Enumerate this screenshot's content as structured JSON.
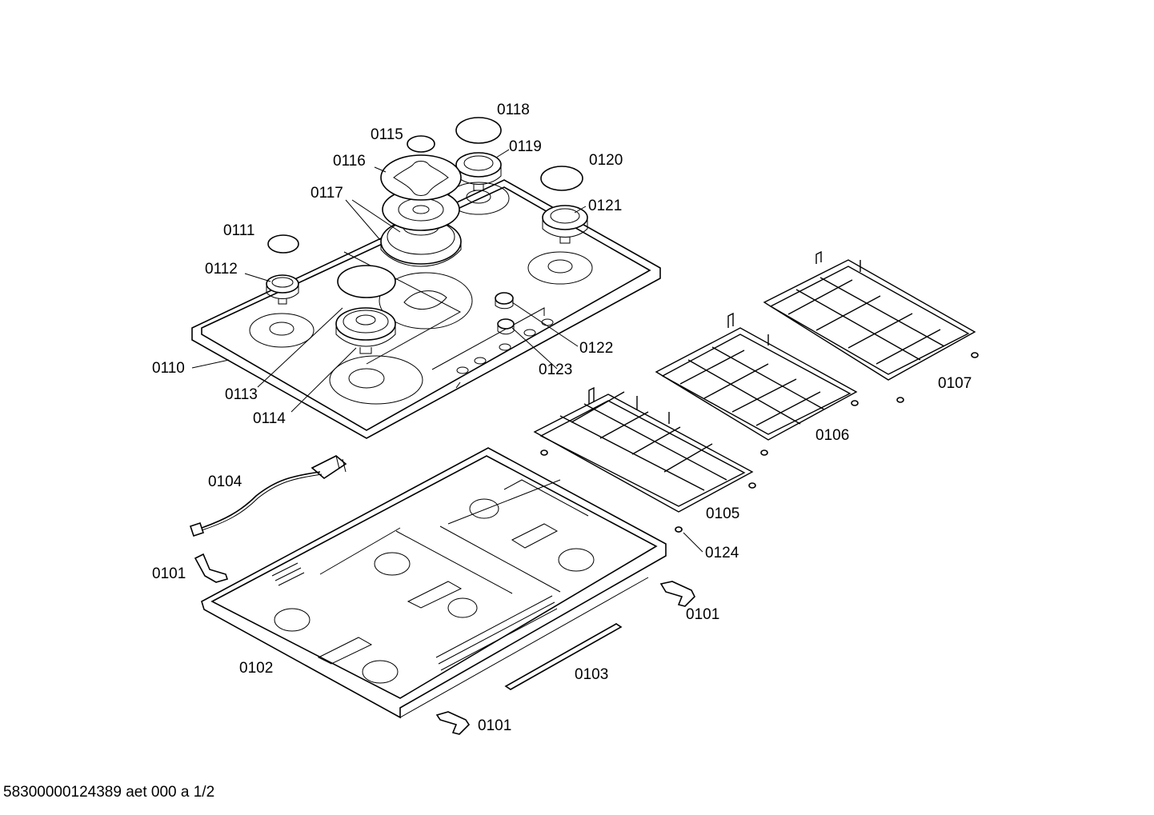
{
  "labels": {
    "p0101a": "0101",
    "p0101b": "0101",
    "p0101c": "0101",
    "p0102": "0102",
    "p0103": "0103",
    "p0104": "0104",
    "p0105": "0105",
    "p0106": "0106",
    "p0107": "0107",
    "p0110": "0110",
    "p0111": "0111",
    "p0112": "0112",
    "p0113": "0113",
    "p0114": "0114",
    "p0115": "0115",
    "p0116": "0116",
    "p0117": "0117",
    "p0118": "0118",
    "p0119": "0119",
    "p0120": "0120",
    "p0121": "0121",
    "p0122": "0122",
    "p0123": "0123",
    "p0124": "0124"
  },
  "footer": "58300000124389 aet 000 a 1/2"
}
